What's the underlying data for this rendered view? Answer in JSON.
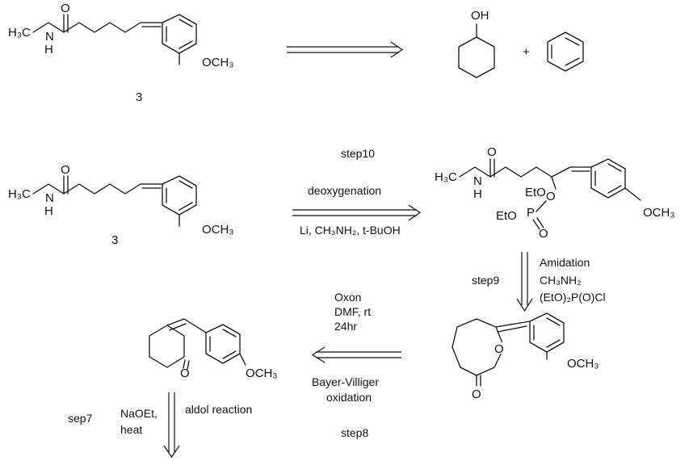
{
  "molecules": {
    "target": {
      "compound_number": "3",
      "amide_left": "H₃C",
      "amide_nh": "H",
      "amide_n": "N",
      "carbonyl_o": "O",
      "methoxy": "OCH₃"
    },
    "product_step10": {
      "left": "H₃C",
      "nh": "H",
      "n": "N",
      "carbonyl_o": "O",
      "eto_upper": "EtO",
      "eto_lower": "EtO",
      "p": "P",
      "ester_o": "O",
      "p_double_o": "O",
      "methoxy": "OCH₃"
    },
    "lactone": {
      "ring_o": "O",
      "carbonyl_o": "O",
      "methoxy": "OCH₃"
    },
    "enone": {
      "carbonyl_o": "O",
      "methoxy": "OCH₃"
    },
    "cyclohexanol": {
      "oh": "OH"
    },
    "plus": "+"
  },
  "steps": {
    "step10": {
      "label": "step10",
      "name": "deoxygenation",
      "reagents": "Li, CH₃NH₂,  t-BuOH"
    },
    "step9": {
      "label": "step9",
      "name": "Amidation",
      "reagent_1": "CH₃NH₂",
      "reagent_2": "(EtO)₂P(O)Cl"
    },
    "step8": {
      "label": "step8",
      "cond_1": "Oxon",
      "cond_2": "DMF, rt",
      "cond_3": "24hr",
      "name_1": "Bayer-Villiger",
      "name_2": "oxidation"
    },
    "step7": {
      "label": "sep7",
      "reagent_1": "NaOEt,",
      "reagent_2": "heat",
      "name": "aldol reaction"
    }
  }
}
